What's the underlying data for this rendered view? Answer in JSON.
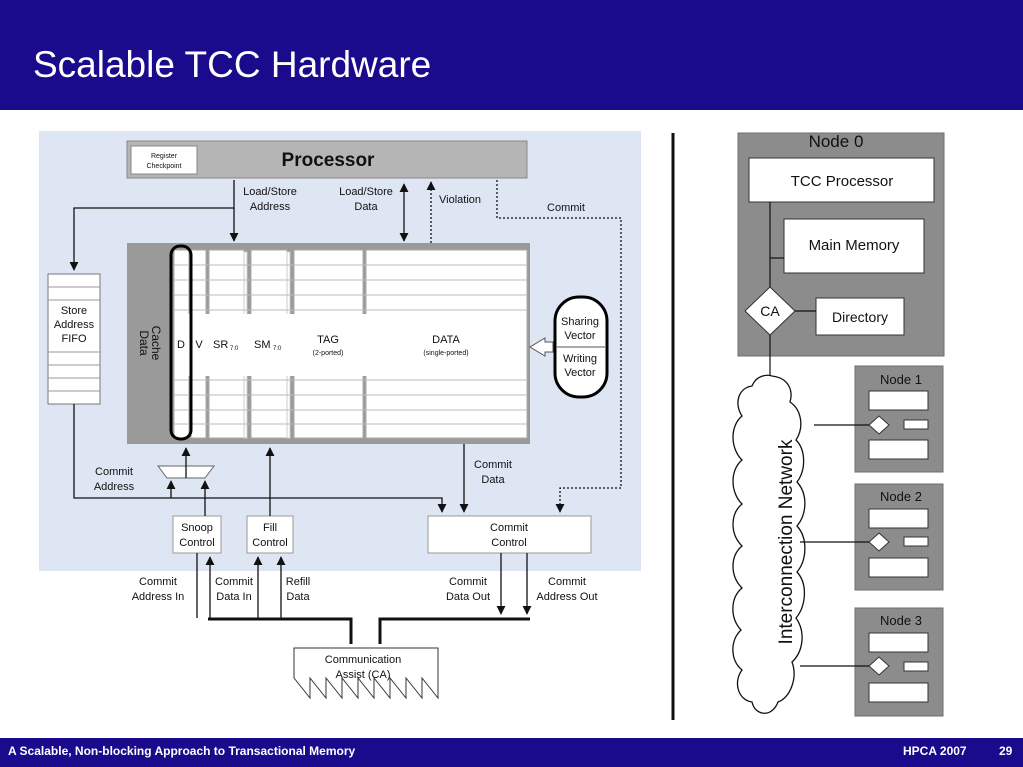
{
  "slide": {
    "title": "Scalable TCC Hardware",
    "footer_left": "A Scalable, Non-blocking Approach to Transactional Memory",
    "footer_conference": "HPCA 2007",
    "page_number": "29"
  },
  "colors": {
    "title_bar": "#1a0b8c",
    "diagram_background": "#dfe6f3",
    "processor_box": "#b5b5b5",
    "cache_frame": "#9a9a9a",
    "node_box": "#8c8c8c",
    "node_outline": "#6e6e6e"
  },
  "processor_diagram": {
    "processor": "Processor",
    "register_checkpoint_line1": "Register",
    "register_checkpoint_line2": "Checkpoint",
    "load_store_address_line1": "Load/Store",
    "load_store_address_line2": "Address",
    "load_store_data_line1": "Load/Store",
    "load_store_data_line2": "Data",
    "violation": "Violation",
    "commit": "Commit",
    "store_fifo_line1": "Store",
    "store_fifo_line2": "Address",
    "store_fifo_line3": "FIFO",
    "data_cache_line1": "Data",
    "data_cache_line2": "Cache",
    "col_d": "D",
    "col_v": "V",
    "col_sr": "SR",
    "col_sr_sub": "7:0",
    "col_sm": "SM",
    "col_sm_sub": "7:0",
    "col_tag": "TAG",
    "col_tag_sub": "(2-ported)",
    "col_data": "DATA",
    "col_data_sub": "(single-ported)",
    "sharing_vector_line1": "Sharing",
    "sharing_vector_line2": "Vector",
    "writing_vector_line1": "Writing",
    "writing_vector_line2": "Vector",
    "commit_address_line1": "Commit",
    "commit_address_line2": "Address",
    "commit_data_line1": "Commit",
    "commit_data_line2": "Data",
    "snoop_control_line1": "Snoop",
    "snoop_control_line2": "Control",
    "fill_control_line1": "Fill",
    "fill_control_line2": "Control",
    "commit_control_line1": "Commit",
    "commit_control_line2": "Control",
    "commit_address_in_line1": "Commit",
    "commit_address_in_line2": "Address In",
    "commit_data_in_line1": "Commit",
    "commit_data_in_line2": "Data In",
    "refill_data_line1": "Refill",
    "refill_data_line2": "Data",
    "commit_data_out_line1": "Commit",
    "commit_data_out_line2": "Data Out",
    "commit_address_out_line1": "Commit",
    "commit_address_out_line2": "Address Out",
    "ca_line1": "Communication",
    "ca_line2": "Assist (CA)"
  },
  "system_diagram": {
    "node0": "Node 0",
    "tcc_processor": "TCC Processor",
    "main_memory": "Main Memory",
    "ca": "CA",
    "directory": "Directory",
    "network": "Interconnection Network",
    "node1": "Node 1",
    "node2": "Node 2",
    "node3": "Node 3"
  }
}
